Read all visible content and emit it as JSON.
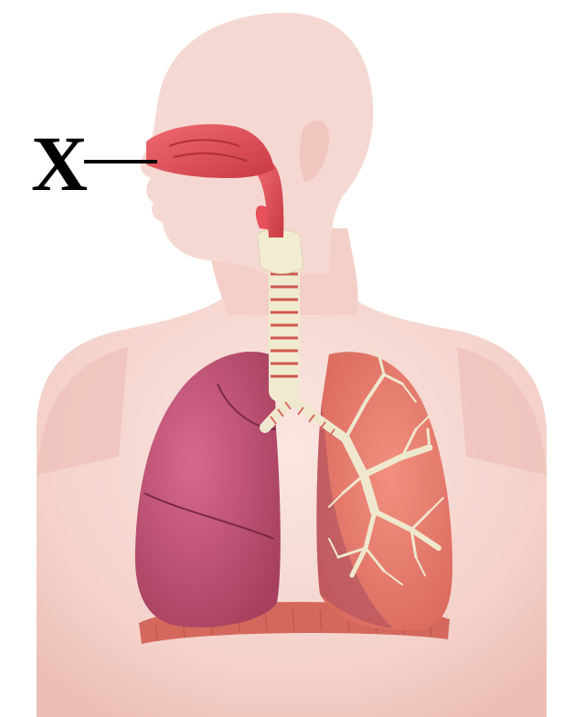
{
  "diagram": {
    "label": "X",
    "colors": {
      "skin": "#f6d6d0",
      "skin_shadow": "#e9b8b0",
      "airway": "#e8505a",
      "lung_left": "#c4557a",
      "lung_right": "#e87868",
      "trachea": "#f0ead0",
      "bronchi": "#efe8cf",
      "diaphragm": "#d46a5e",
      "label": "#000000"
    },
    "structures": [
      {
        "name": "nasal-cavity",
        "kind": "airway"
      },
      {
        "name": "pharynx",
        "kind": "airway"
      },
      {
        "name": "larynx",
        "kind": "cartilage"
      },
      {
        "name": "trachea",
        "kind": "cartilage"
      },
      {
        "name": "bronchi",
        "kind": "cartilage"
      },
      {
        "name": "left-lung",
        "kind": "lung"
      },
      {
        "name": "right-lung",
        "kind": "lung"
      },
      {
        "name": "diaphragm",
        "kind": "muscle"
      }
    ]
  }
}
